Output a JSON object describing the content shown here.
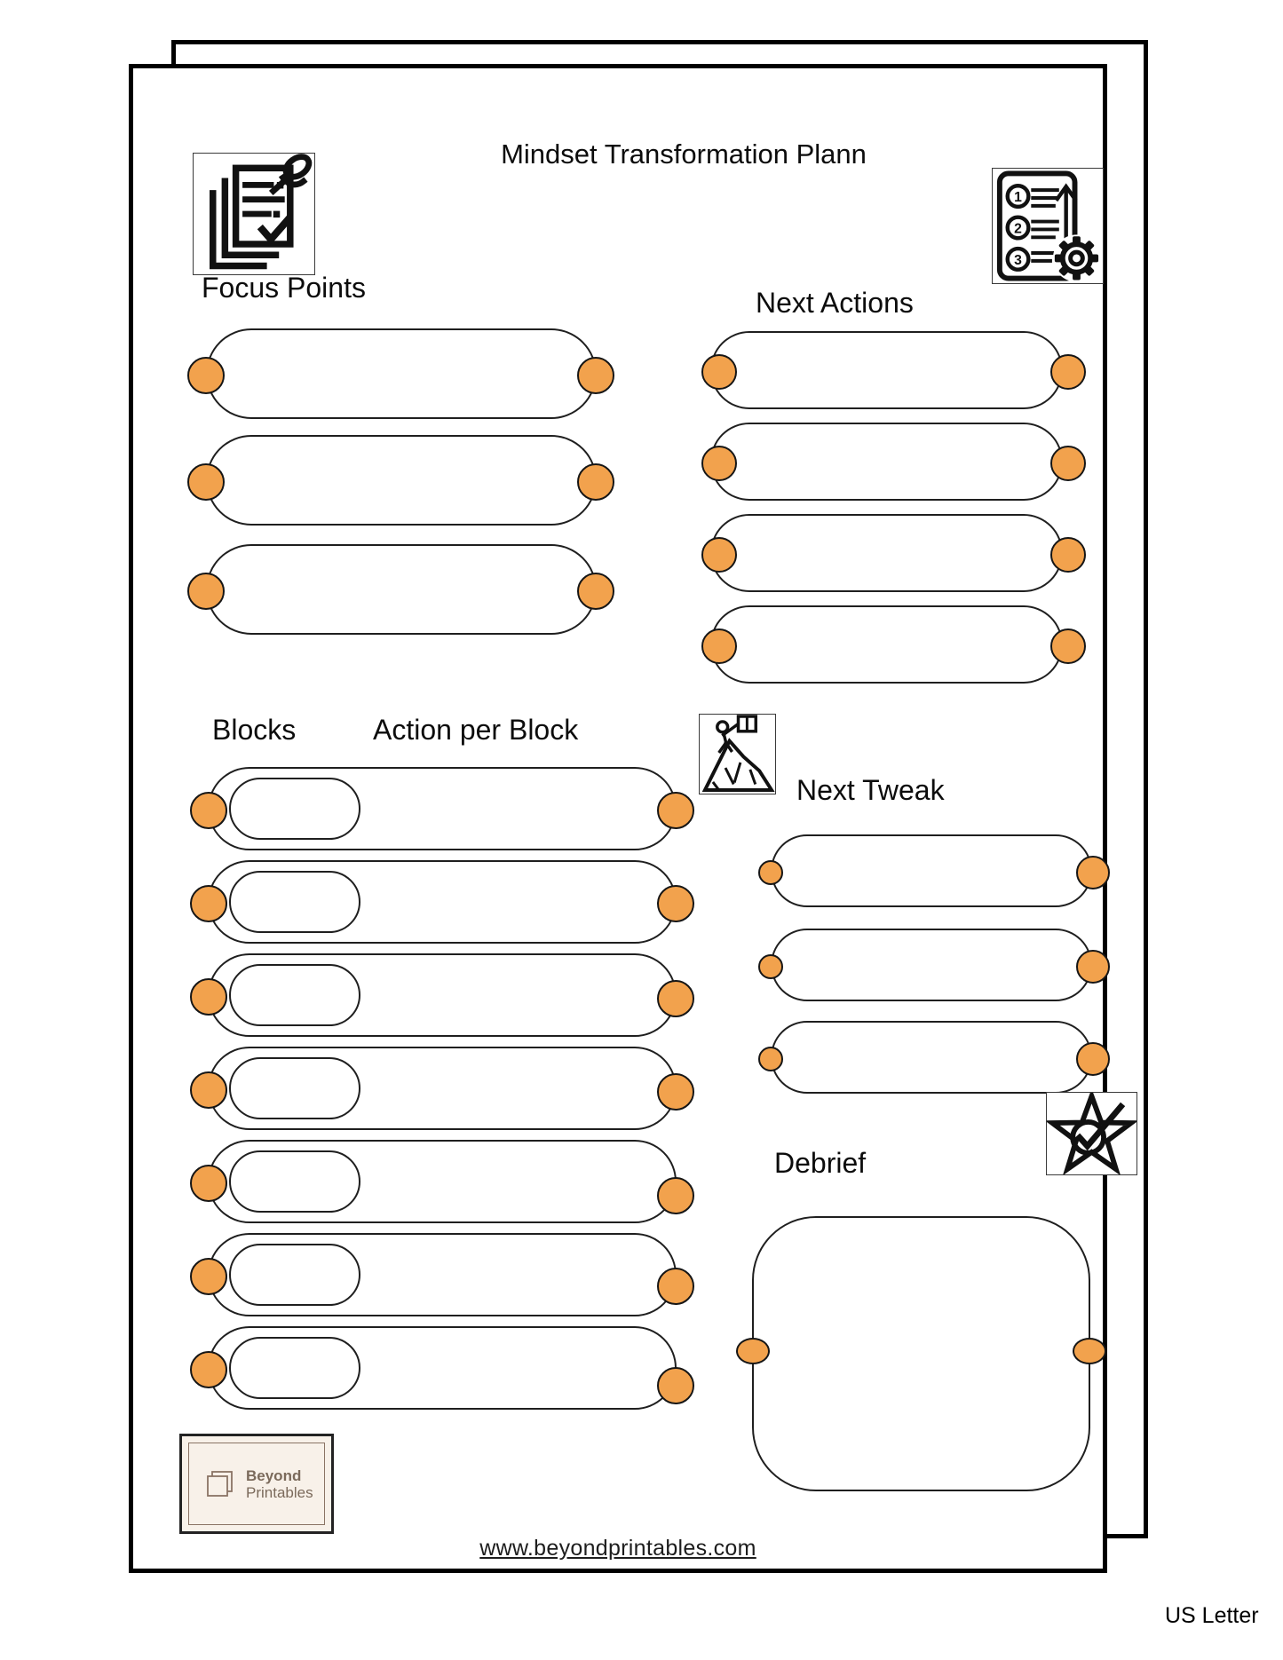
{
  "page": {
    "title": "Mindset Transformation Plann",
    "footer_url": "www.beyondprintables.com",
    "size_label": "US Letter"
  },
  "colors": {
    "accent": "#F2A24D",
    "line": "#1F1F1F",
    "logo_bg": "#F8F1E9",
    "logo_text": "#7B6A5B"
  },
  "sections": {
    "focus_points": {
      "label": "Focus Points",
      "row_count": 3
    },
    "next_actions": {
      "label": "Next Actions",
      "row_count": 4
    },
    "blocks": {
      "label": "Blocks",
      "column_label": "Action per Block",
      "row_count": 7
    },
    "next_tweak": {
      "label": "Next Tweak",
      "row_count": 3
    },
    "debrief": {
      "label": "Debrief"
    }
  },
  "icons": {
    "pinned_notes": {
      "name": "pinned-notes-icon"
    },
    "numbered_list": {
      "name": "numbered-list-gear-icon",
      "numbers": [
        "1",
        "2",
        "3"
      ]
    },
    "mountain_climb": {
      "name": "mountain-climb-icon"
    },
    "star_check": {
      "name": "star-check-icon"
    }
  },
  "logo": {
    "name_line1": "Beyond",
    "name_line2": "Printables"
  }
}
